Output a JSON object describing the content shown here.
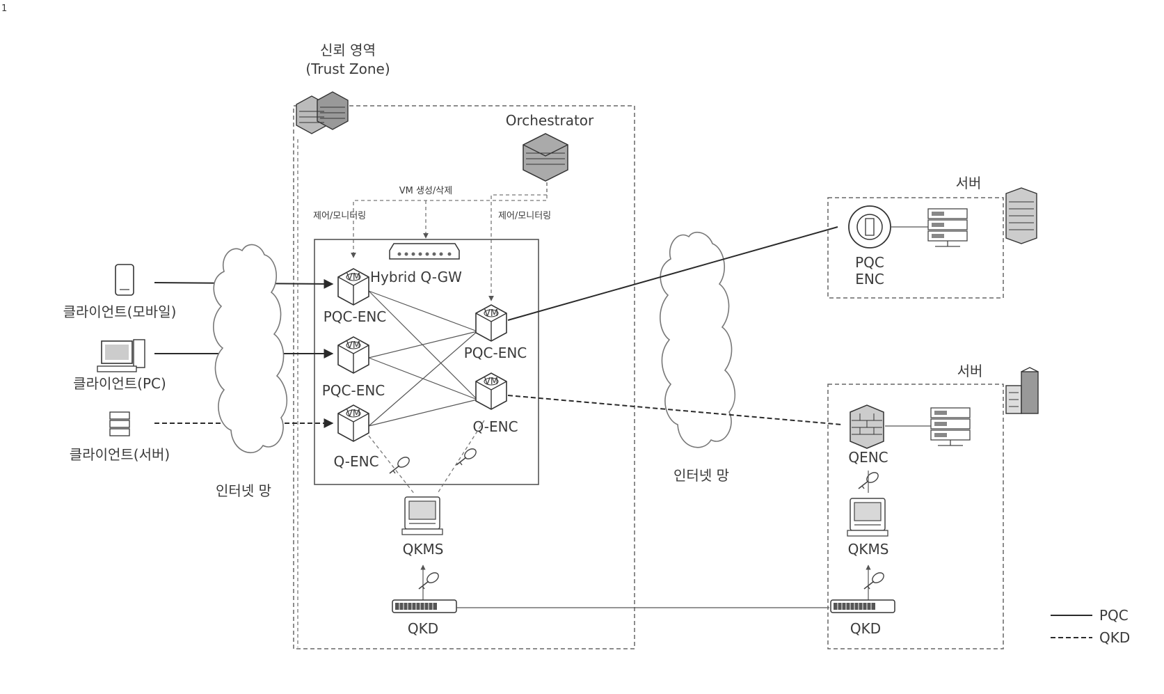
{
  "trust_zone": {
    "title_ko": "신뢰 영역",
    "title_en": "(Trust Zone)"
  },
  "orchestrator": {
    "label": "Orchestrator"
  },
  "control_labels": {
    "vm_create_delete": "VM 생성/삭제",
    "control_monitor_left": "제어/모니터링",
    "control_monitor_right": "제어/모니터링"
  },
  "gateway": {
    "label": "Hybrid Q-GW"
  },
  "vm_nodes": {
    "pqc_enc_1": "PQC-ENC",
    "pqc_enc_2": "PQC-ENC",
    "q_enc_left": "Q-ENC",
    "pqc_enc_right": "PQC-ENC",
    "q_enc_right": "Q-ENC",
    "vm_badge": "VM"
  },
  "clients": {
    "mobile": "클라이언트(모바일)",
    "pc": "클라이언트(PC)",
    "server": "클라이언트(서버)"
  },
  "networks": {
    "internet_left": "인터넷 망",
    "internet_right": "인터넷 망"
  },
  "trust_devices": {
    "qkms": "QKMS",
    "qkd": "QKD"
  },
  "server_top": {
    "title": "서버",
    "enc_line1": "PQC",
    "enc_line2": "ENC"
  },
  "server_bottom": {
    "title": "서버",
    "qenc": "QENC",
    "qkms": "QKMS",
    "qkd": "QKD"
  },
  "legend": {
    "solid": "PQC",
    "dashed": "QKD"
  }
}
